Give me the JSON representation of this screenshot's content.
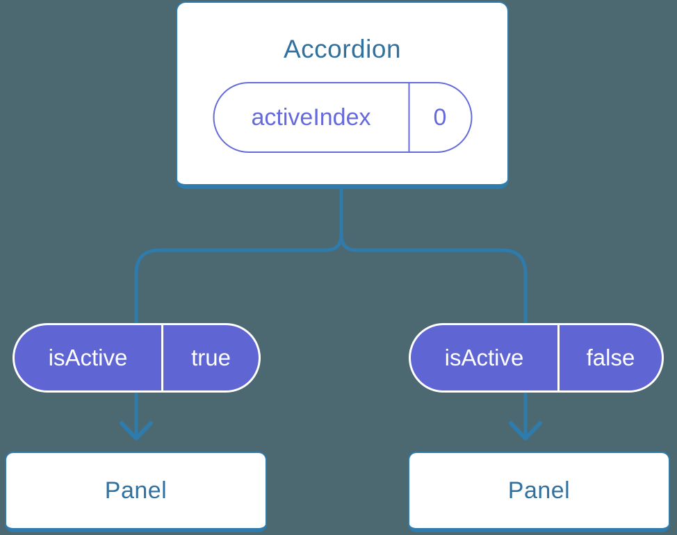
{
  "colors": {
    "background": "#4C6871",
    "line_blue": "#2E7BAC",
    "node_text_blue": "#31719F",
    "purple_fill": "#5F65D3",
    "purple_text": "#6469DB",
    "pill_text_white": "#FFFFFF",
    "card_fill": "#FFFFFF"
  },
  "root_node": {
    "title": "Accordion",
    "state_pill": {
      "label": "activeIndex",
      "value": "0"
    }
  },
  "prop_pills": [
    {
      "label": "isActive",
      "value": "true"
    },
    {
      "label": "isActive",
      "value": "false"
    }
  ],
  "child_nodes": [
    {
      "title": "Panel"
    },
    {
      "title": "Panel"
    }
  ]
}
